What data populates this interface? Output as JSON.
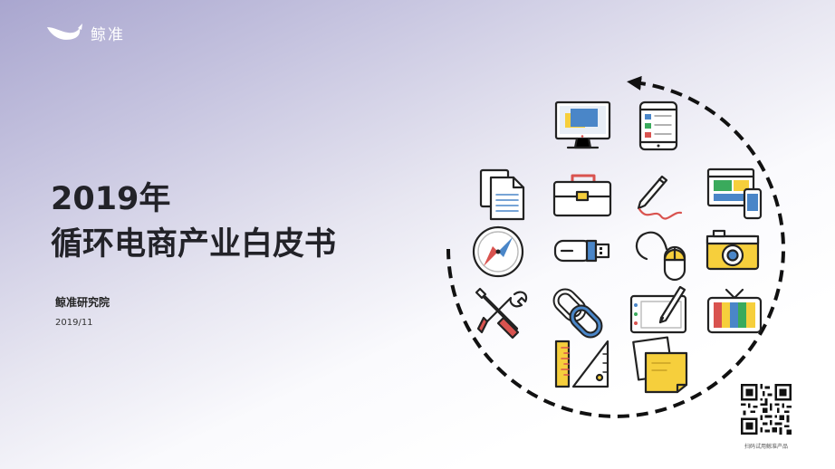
{
  "brand": {
    "logo_icon": "whale-icon",
    "name": "鲸准"
  },
  "title": {
    "line1": "2019年",
    "line2": "循环电商产业白皮书"
  },
  "author": "鲸准研究院",
  "date": "2019/11",
  "illustration": {
    "arrow": "dashed-circular-arrow",
    "icons": [
      "monitor-icon",
      "tablet-icon",
      "documents-icon",
      "briefcase-icon",
      "pen-icon",
      "browser-devices-icon",
      "compass-icon",
      "usb-drive-icon",
      "mouse-icon",
      "camera-icon",
      "tools-icon",
      "chain-link-icon",
      "drawing-tablet-icon",
      "tv-icon",
      "ruler-triangle-icon",
      "sticky-notes-icon"
    ]
  },
  "qr": {
    "icon": "qr-code-icon",
    "caption": "扫码试用鲸准产品"
  },
  "colors": {
    "outline": "#222222",
    "blue": "#4a86c8",
    "yellow": "#f6cf3c",
    "red": "#d9534f",
    "green": "#3aaa5c"
  }
}
